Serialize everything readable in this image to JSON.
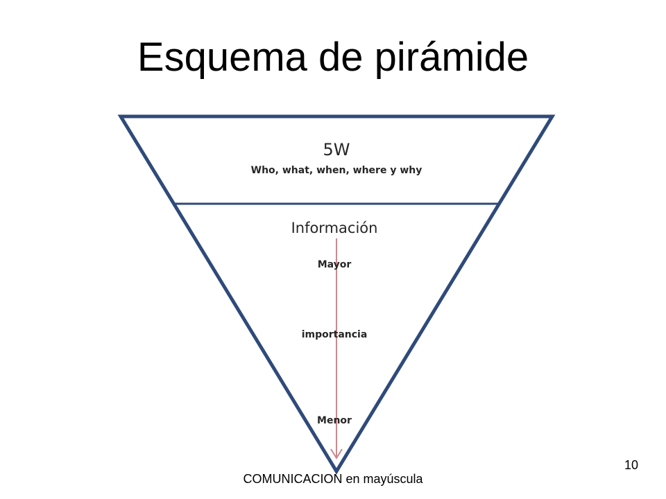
{
  "slide": {
    "title": "Esquema de pirámide",
    "footer": "COMUNICACION en mayúscula",
    "page_number": "10"
  },
  "pyramid": {
    "top_section": {
      "heading": "5W",
      "subheading": "Who, what, when, where y why"
    },
    "bottom_section": {
      "heading": "Información",
      "labels": [
        "Mayor",
        "importancia",
        "Menor"
      ]
    },
    "colors": {
      "outline": "#2f4a7a",
      "arrow": "#c9898e",
      "text": "#262626"
    }
  }
}
